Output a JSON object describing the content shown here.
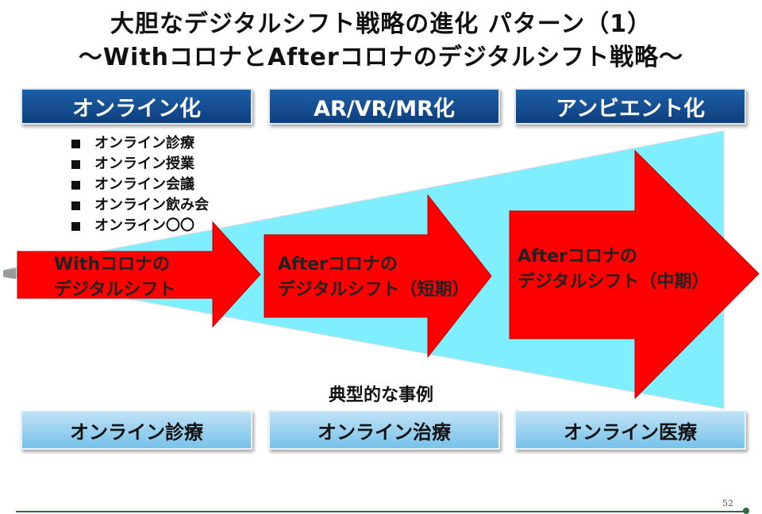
{
  "title": {
    "line1": "大胆なデジタルシフト戦略の進化 パターン（1）",
    "line2": "〜WithコロナとAfterコロナのデジタルシフト戦略〜"
  },
  "headers": [
    "オンライン化",
    "AR/VR/MR化",
    "アンビエント化"
  ],
  "online_items": [
    "オンライン診療",
    "オンライン授業",
    "オンライン会議",
    "オンライン飲み会",
    "オンライン〇〇"
  ],
  "arrows": [
    {
      "line1": "Withコロナの",
      "line2": "デジタルシフト"
    },
    {
      "line1": "Afterコロナの",
      "line2": "デジタルシフト（短期）"
    },
    {
      "line1": "Afterコロナの",
      "line2": "デジタルシフト（中期）"
    }
  ],
  "examples_caption": "典型的な事例",
  "examples": [
    "オンライン診療",
    "オンライン治療",
    "オンライン医療"
  ],
  "page_number": "52",
  "colors": {
    "arrow_red": "#ff0000",
    "cyan": "#7fefff",
    "header_blue": "#0d4a8f",
    "footer_blue": "#9fd4f0",
    "accent_green": "#2f6b3d"
  }
}
